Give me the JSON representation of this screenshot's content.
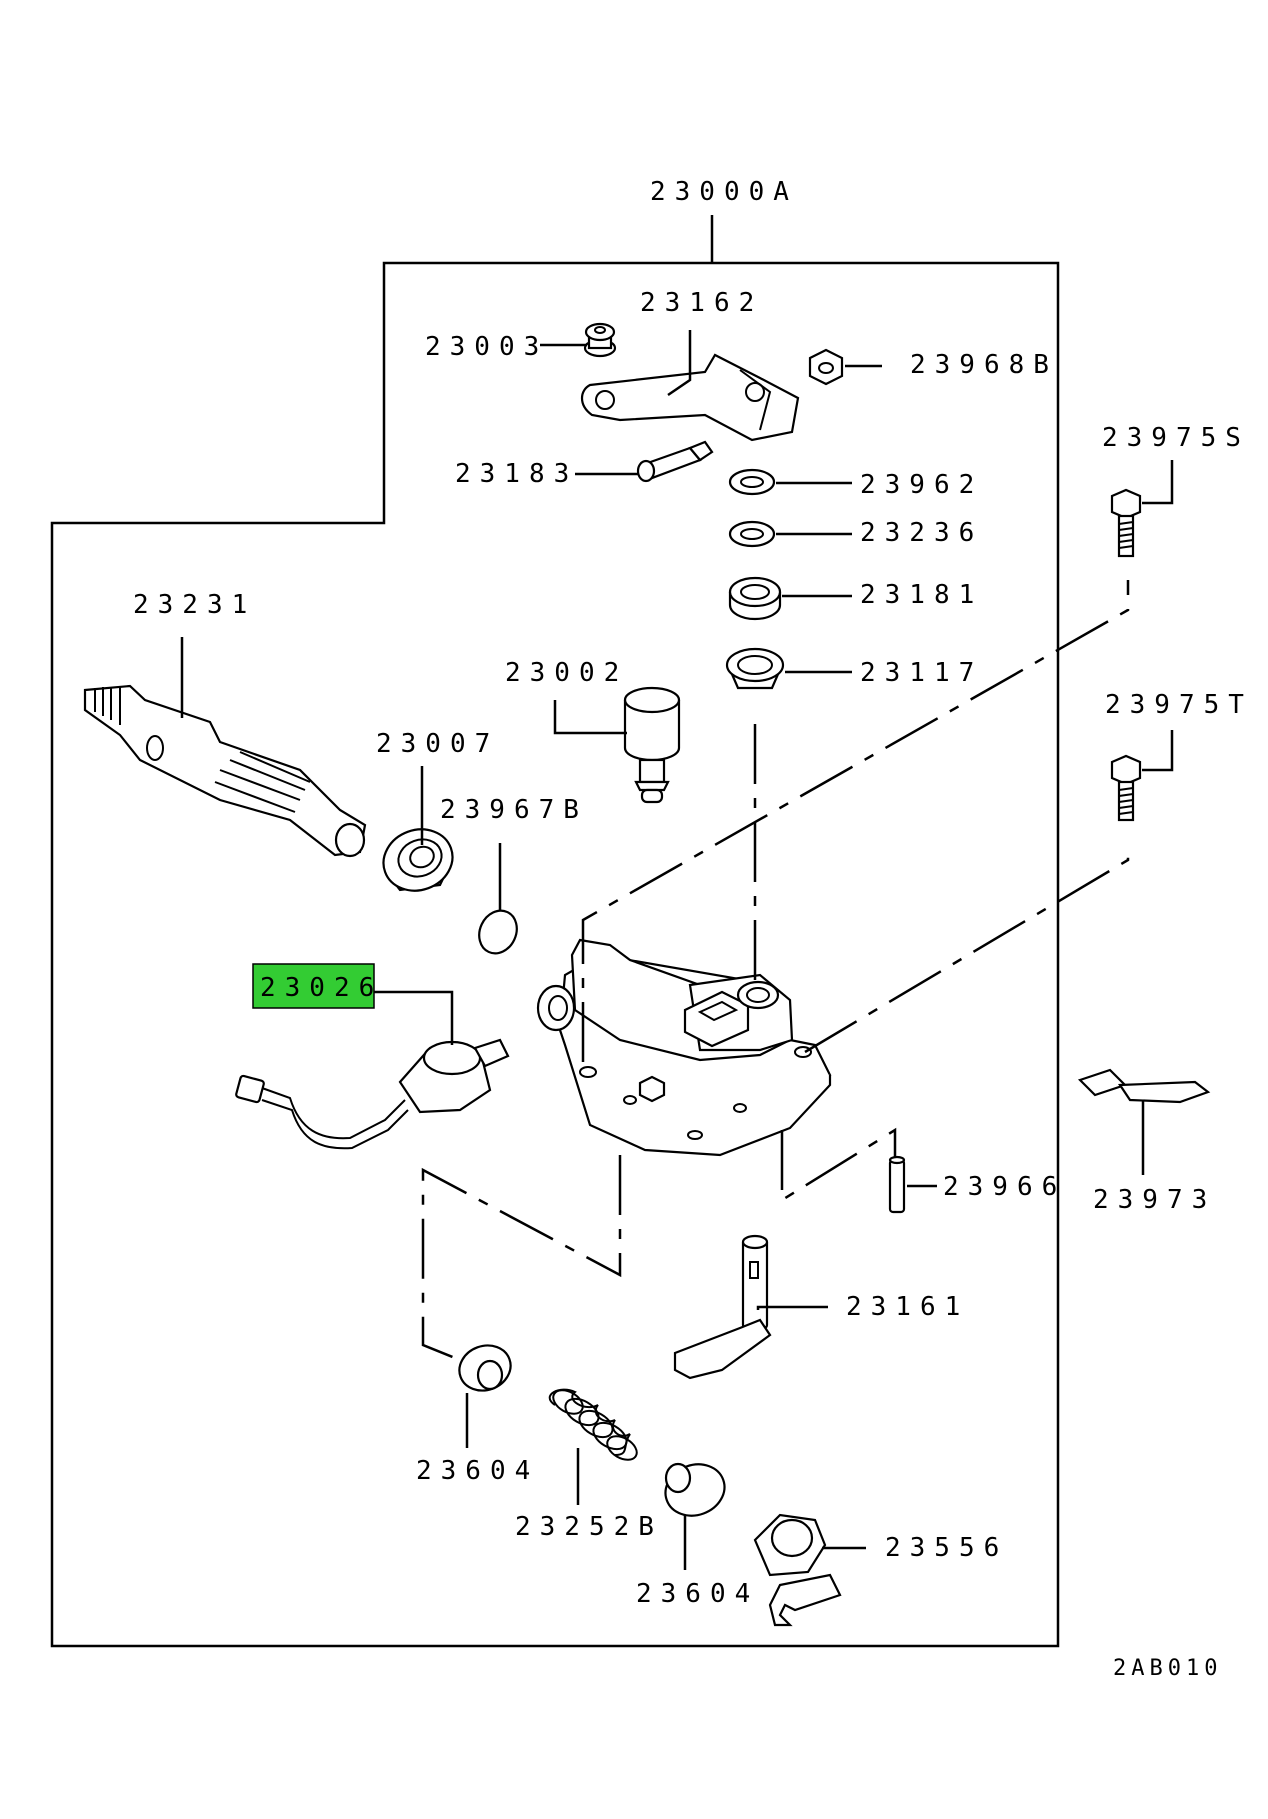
{
  "diagram": {
    "assembly_number": "23000A",
    "figure_code": "2AB010",
    "highlight_color": "#33cc33",
    "highlighted_part": "23026",
    "parts": [
      {
        "id": "p23162",
        "number": "23162"
      },
      {
        "id": "p23003",
        "number": "23003"
      },
      {
        "id": "p23968B",
        "number": "23968B"
      },
      {
        "id": "p23183",
        "number": "23183"
      },
      {
        "id": "p23962",
        "number": "23962"
      },
      {
        "id": "p23236",
        "number": "23236"
      },
      {
        "id": "p23181",
        "number": "23181"
      },
      {
        "id": "p23117",
        "number": "23117"
      },
      {
        "id": "p23975S",
        "number": "23975S"
      },
      {
        "id": "p23231",
        "number": "23231"
      },
      {
        "id": "p23002",
        "number": "23002"
      },
      {
        "id": "p23007",
        "number": "23007"
      },
      {
        "id": "p23975T",
        "number": "23975T"
      },
      {
        "id": "p23967B",
        "number": "23967B"
      },
      {
        "id": "p23026",
        "number": "23026"
      },
      {
        "id": "p23973",
        "number": "23973"
      },
      {
        "id": "p23966",
        "number": "23966"
      },
      {
        "id": "p23161",
        "number": "23161"
      },
      {
        "id": "p23604a",
        "number": "23604"
      },
      {
        "id": "p23252B",
        "number": "23252B"
      },
      {
        "id": "p23604b",
        "number": "23604"
      },
      {
        "id": "p23556",
        "number": "23556"
      }
    ]
  }
}
